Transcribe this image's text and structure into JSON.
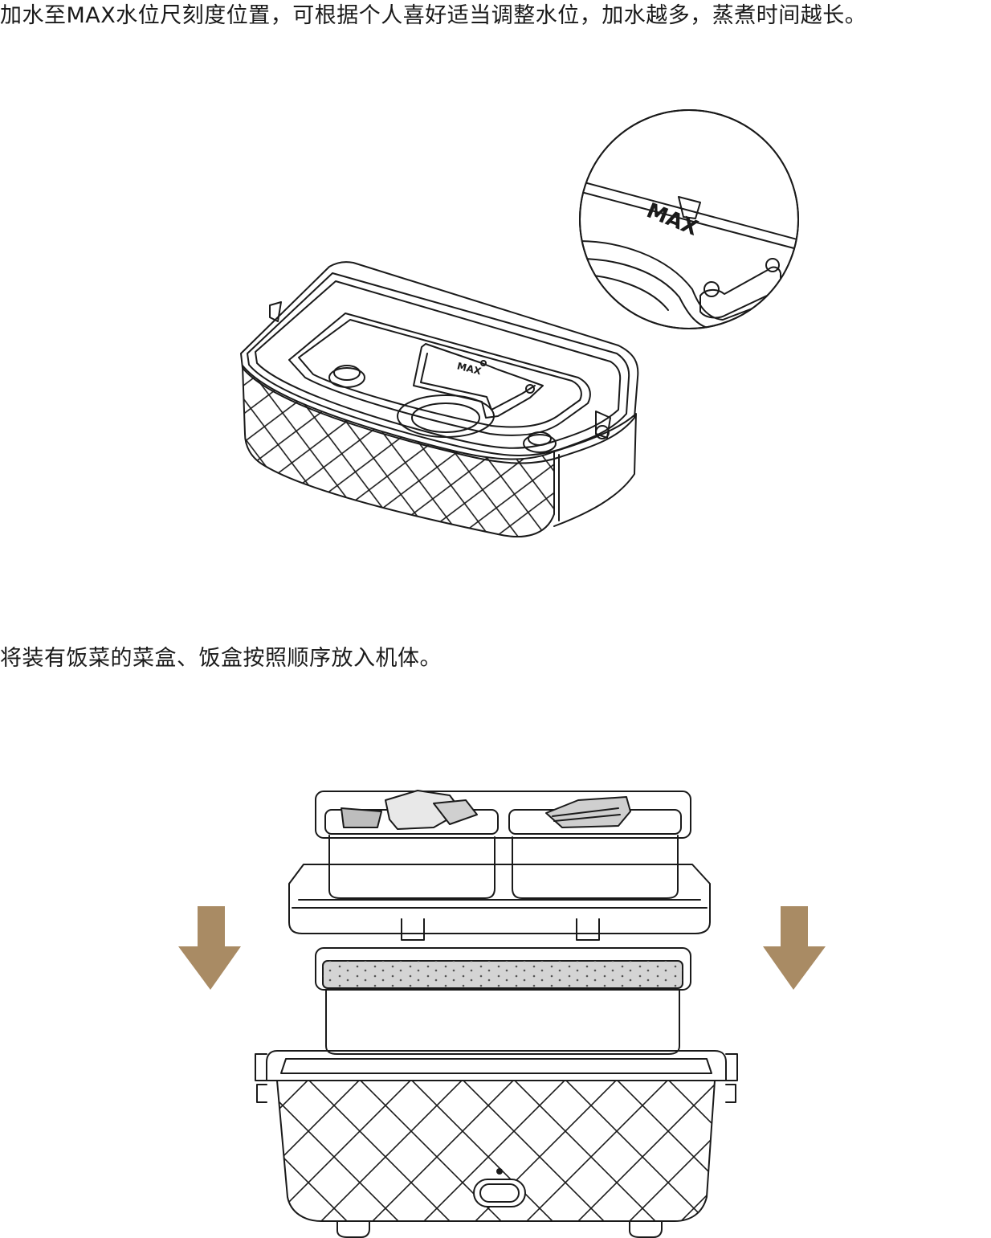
{
  "instructions": {
    "step_water": "加水至MAX水位尺刻度位置，可根据个人喜好适当调整水位，加水越多，蒸煮时间越长。",
    "step_boxes": "将装有饭菜的菜盒、饭盒按照顺序放入机体。"
  },
  "figure_water": {
    "max_label": "MAX",
    "zoom_max_label": "MAX"
  },
  "colors": {
    "line": "#1a1a1a",
    "arrow": "#a98b64",
    "rice": "#d4d4d4"
  }
}
